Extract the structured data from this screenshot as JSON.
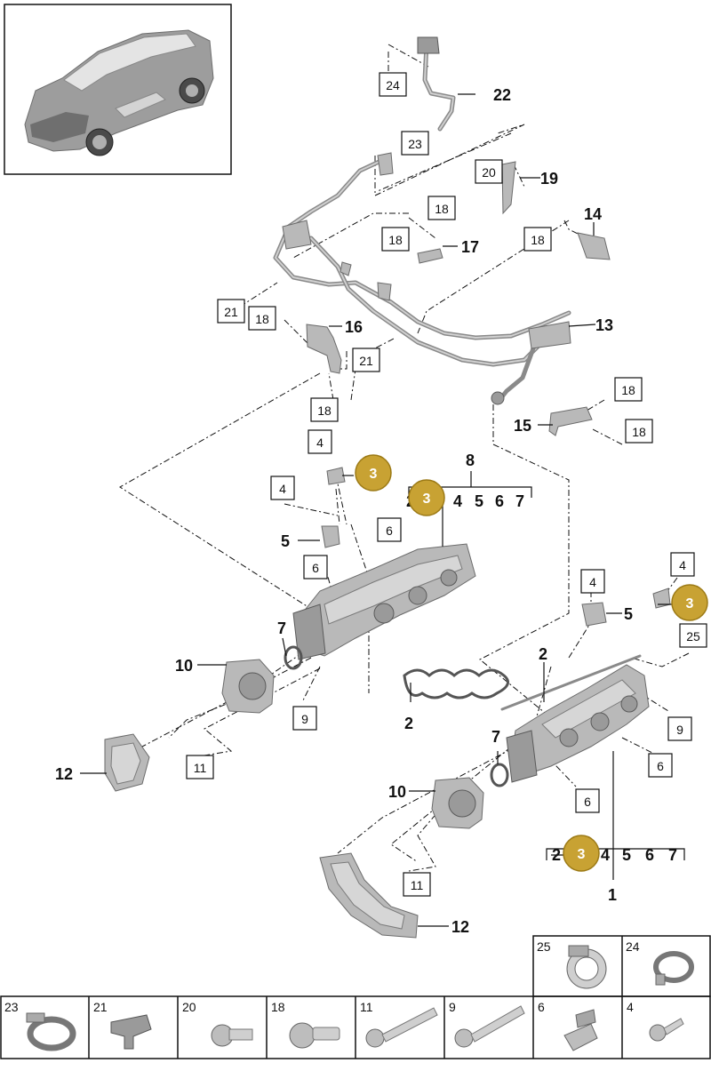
{
  "callouts": [
    {
      "id": "c22",
      "text": "22"
    },
    {
      "id": "c24",
      "text": "24"
    },
    {
      "id": "c23",
      "text": "23"
    },
    {
      "id": "c20",
      "text": "20"
    },
    {
      "id": "c19",
      "text": "19"
    },
    {
      "id": "c14",
      "text": "14"
    },
    {
      "id": "c18a",
      "text": "18"
    },
    {
      "id": "c18b",
      "text": "18"
    },
    {
      "id": "c18c",
      "text": "18"
    },
    {
      "id": "c17",
      "text": "17"
    },
    {
      "id": "c21a",
      "text": "21"
    },
    {
      "id": "c18d",
      "text": "18"
    },
    {
      "id": "c16",
      "text": "16"
    },
    {
      "id": "c13",
      "text": "13"
    },
    {
      "id": "c21b",
      "text": "21"
    },
    {
      "id": "c18e",
      "text": "18"
    },
    {
      "id": "c18f",
      "text": "18"
    },
    {
      "id": "c15",
      "text": "15"
    },
    {
      "id": "c18g",
      "text": "18"
    },
    {
      "id": "c4a",
      "text": "4"
    },
    {
      "id": "c8",
      "text": "8"
    },
    {
      "id": "c4b",
      "text": "4"
    },
    {
      "id": "c5a",
      "text": "5"
    },
    {
      "id": "c6a",
      "text": "6"
    },
    {
      "id": "c6b",
      "text": "6"
    },
    {
      "id": "c7a",
      "text": "7"
    },
    {
      "id": "c10a",
      "text": "10"
    },
    {
      "id": "c9a",
      "text": "9"
    },
    {
      "id": "c2a",
      "text": "2"
    },
    {
      "id": "c12a",
      "text": "12"
    },
    {
      "id": "c11a",
      "text": "11"
    },
    {
      "id": "c4c",
      "text": "4"
    },
    {
      "id": "c5b",
      "text": "5"
    },
    {
      "id": "c4d",
      "text": "4"
    },
    {
      "id": "c25",
      "text": "25"
    },
    {
      "id": "c2b",
      "text": "2"
    },
    {
      "id": "c9b",
      "text": "9"
    },
    {
      "id": "c6c",
      "text": "6"
    },
    {
      "id": "c7b",
      "text": "7"
    },
    {
      "id": "c6d",
      "text": "6"
    },
    {
      "id": "c10b",
      "text": "10"
    },
    {
      "id": "c11b",
      "text": "11"
    },
    {
      "id": "c12b",
      "text": "12"
    },
    {
      "id": "c1",
      "text": "1"
    }
  ],
  "bracket8": {
    "items": [
      "2",
      "4",
      "5",
      "6",
      "7"
    ]
  },
  "bracket1": {
    "items": [
      "2",
      "4",
      "5",
      "6",
      "7"
    ]
  },
  "coins": {
    "label": "3"
  },
  "legend": [
    {
      "id": "l25",
      "number": "25",
      "icon": "hose-clamp-icon"
    },
    {
      "id": "l24",
      "number": "24",
      "icon": "spring-clamp-icon"
    },
    {
      "id": "l23",
      "number": "23",
      "icon": "band-clamp-icon"
    },
    {
      "id": "l21",
      "number": "21",
      "icon": "bracket-clip-icon"
    },
    {
      "id": "l20",
      "number": "20",
      "icon": "short-bolt-icon"
    },
    {
      "id": "l18",
      "number": "18",
      "icon": "flange-bolt-icon"
    },
    {
      "id": "l11",
      "number": "11",
      "icon": "long-bolt-icon"
    },
    {
      "id": "l9",
      "number": "9",
      "icon": "long-bolt-icon"
    },
    {
      "id": "l6",
      "number": "6",
      "icon": "clip-bracket-icon"
    },
    {
      "id": "l4",
      "number": "4",
      "icon": "screw-icon"
    }
  ]
}
